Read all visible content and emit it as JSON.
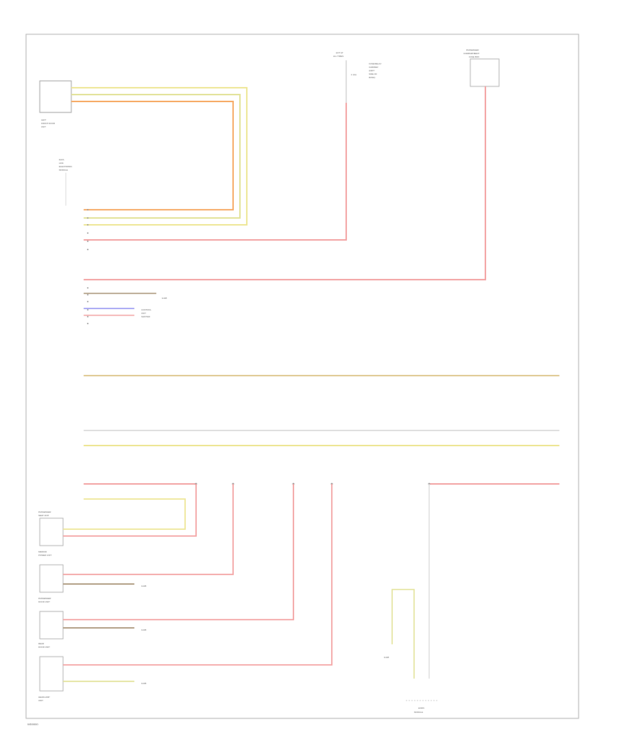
{
  "diagram": {
    "footer_code": "WD0000",
    "components": {
      "comp1": [
        "LEFT",
        "FRONT DOOR",
        "UNIT"
      ],
      "comp2": [
        "DATA",
        "LINK",
        "ELECTRONIC",
        "MODULE"
      ],
      "comp3": [
        "HOT AT",
        "ALL TIMES"
      ],
      "comp3_fuse": [
        "FUSE/RELAY",
        "CARRIER",
        "(LEFT",
        "SIDE OF",
        "DASH)"
      ],
      "comp3_fuse_ref": [
        "F 10A"
      ],
      "comp4": [
        "PASSENGER",
        "COMPARTMENT",
        "FUSE BOX"
      ],
      "comp5": [
        "PASSENGER",
        "SEAT UNIT"
      ],
      "comp6": [
        "MIRROR",
        "POWER UNIT"
      ],
      "comp7": [
        "PASSENGER",
        "DOOR UNIT"
      ],
      "comp8": [
        "REAR",
        "DOOR UNIT"
      ],
      "comp9": [
        "HEADLAMP",
        "UNIT"
      ],
      "comp10": [
        "HORN",
        "MODULE"
      ]
    },
    "refs": {
      "r1": "G108",
      "r2": [
        "CONTROL",
        "UNIT",
        "SHIFTER"
      ],
      "r3": "G108",
      "r4": "G108",
      "r5": "G108",
      "r6": "G108"
    }
  },
  "colors": {
    "red": "#f29b9b",
    "orange": "#f6a45a",
    "yellow": "#ece48c",
    "yellow_green": "#e0e090",
    "gray": "#c8c8c8",
    "blue": "#8a8af0",
    "brown": "#a08a6a",
    "frame": "#aaaaaa"
  }
}
